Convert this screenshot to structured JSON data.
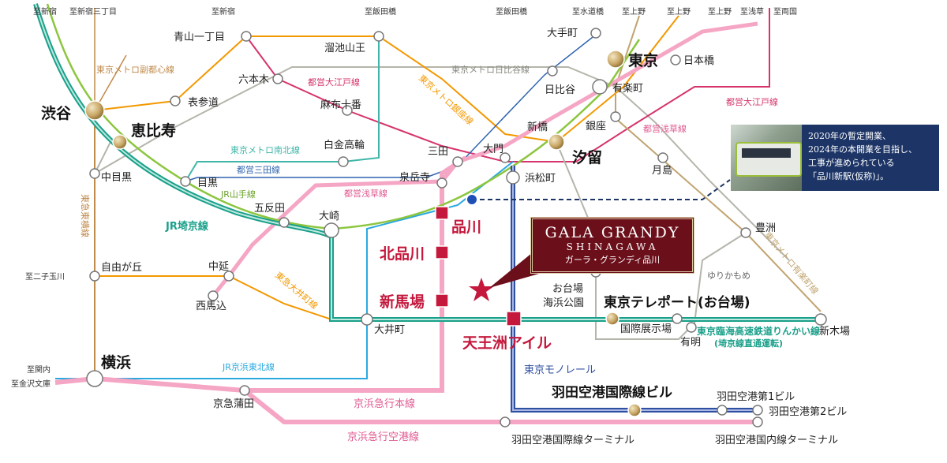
{
  "map": {
    "property": {
      "name_en": "GALA GRANDY",
      "sub_en": "SHINAGAWA",
      "name_ja": "ガーラ・グランディ品川"
    },
    "note": {
      "lines": [
        "2020年の暫定開業、",
        "2024年の本開業を目指し、",
        "工事が進められている",
        "「品川新駅(仮称)」。"
      ]
    },
    "destinations": {
      "d1": "至新宿",
      "d2": "至新宿三丁目",
      "d3": "至新宿",
      "d4": "至飯田橋",
      "d5": "至飯田橋",
      "d6": "至水道橋",
      "d7": "至上野",
      "d8": "至上野",
      "d9": "至上野",
      "d10": "至浅草",
      "d11": "至両国",
      "d12": "至二子玉川",
      "d13": "至関内",
      "d14": "至金沢文庫"
    },
    "stations": {
      "shibuya": "渋谷",
      "ebisu": "恵比寿",
      "tokyo": "東京",
      "shiodome": "汐留",
      "shinagawa": "品川",
      "kitashinagawa": "北品川",
      "shinbanba": "新馬場",
      "tennozu": "天王洲アイル",
      "yokohama": "横浜",
      "teleport": "東京テレポート(お台場)",
      "haneda_intl_bldg": "羽田空港国際線ビル",
      "aoyama": "青山一丁目",
      "tameike": "溜池山王",
      "roppongi": "六本木",
      "azabu": "麻布十番",
      "omotesando": "表参道",
      "shirokane": "白金高輪",
      "meguro": "目黒",
      "nakameguro": "中目黒",
      "gotanda": "五反田",
      "osaki": "大崎",
      "mita": "三田",
      "sengakuji": "泉岳寺",
      "daimon": "大門",
      "hamamatsucho": "浜松町",
      "shinbashi": "新橋",
      "ginza": "銀座",
      "hibiya": "日比谷",
      "yurakucho": "有楽町",
      "otemachi": "大手町",
      "nihonbashi": "日本橋",
      "tsukishima": "月島",
      "toyosu": "豊洲",
      "shinkiba": "新木場",
      "kokusaitenjijo": "国際展示場",
      "ariake": "有明",
      "odaiba1": "お台場",
      "odaiba2": "海浜公園",
      "jiyugaoka": "自由が丘",
      "nakanobu": "中延",
      "nishimagome": "西馬込",
      "oimachi": "大井町",
      "keikyukamata": "京急蒲田",
      "haneda1": "羽田空港第1ビル",
      "haneda2": "羽田空港第2ビル",
      "haneda_intl_term": "羽田空港国際線ターミナル",
      "haneda_dom_term": "羽田空港国内線ターミナル"
    },
    "lines": {
      "fukutoshin": "東京メトロ副都心線",
      "oedo1": "都営大江戸線",
      "oedo2": "都営大江戸線",
      "hibiya": "東京メトロ日比谷線",
      "ginza": "東京メトロ銀座線",
      "namboku": "東京メトロ南北線",
      "mita": "都営三田線",
      "yamanote": "JR山手線",
      "asakusa1": "都営浅草線",
      "asakusa2": "都営浅草線",
      "saikyo": "JR埼京線",
      "toyoko": "東急東横線",
      "oimachi": "東急大井町線",
      "yurakucho": "東京メトロ有楽町線",
      "yurikamome": "ゆりかもめ",
      "rinkai": "東京臨海高速鉄道りんかい線",
      "rinkai_sub": "(埼京線直通運転)",
      "keihintohoku": "JR京浜東北線",
      "monorail": "東京モノレール",
      "keikyu_main": "京浜急行本線",
      "keikyu_airport": "京浜急行空港線"
    },
    "colors": {
      "yamanote": "#8cc63f",
      "saikyo": "#1aa08a",
      "keihintohoku": "#29a9e0",
      "asakusa": "#f08eb1",
      "oedo": "#d6336c",
      "ginza": "#f39800",
      "fukutoshin": "#9c6b3a",
      "namboku": "#3fb6a8",
      "mita": "#2f64b0",
      "hibiya": "#b5b5ac",
      "yurakucho": "#c1a470",
      "monorail": "#2f4fa0",
      "rinkai": "#3fb6a8",
      "keikyu": "#f08eb1",
      "property": "#6b0f1a",
      "accent": "#c4183c"
    }
  }
}
